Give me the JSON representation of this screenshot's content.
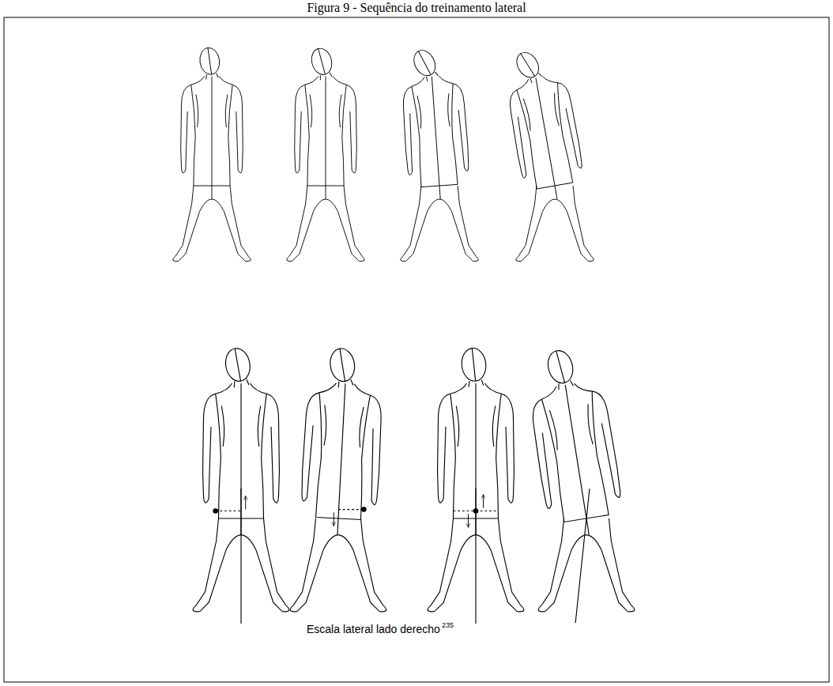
{
  "diagram": {
    "title": "Figura 9 - Sequência do treinamento lateral",
    "caption": "Escala lateral lado derecho",
    "labels": [
      "235"
    ]
  }
}
